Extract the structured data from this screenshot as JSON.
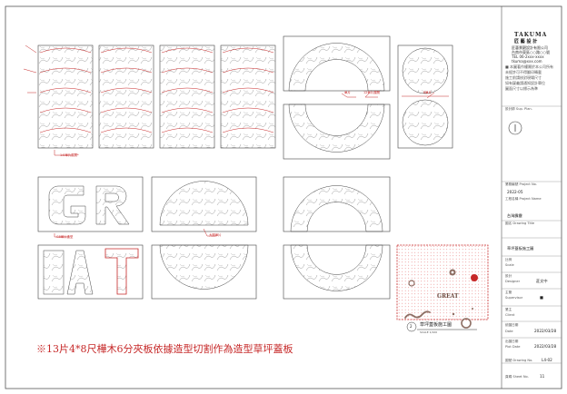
{
  "main_note": "※13片4*8尺樺木6分夾板依據造型切割作為造型草坪蓋板",
  "callouts": {
    "sheet_top_left": "1:8單片展開*",
    "sheet_ring_a": "單片",
    "sheet_ring_b": "12單片展開",
    "sheet_circle": "8單片",
    "sheet_letters_gr": "G8單片造型",
    "sheet_half_circle": "大圓單片"
  },
  "detail": {
    "number": "2",
    "title": "草坪蓋板施工圖",
    "scale": "SCALE 1/100",
    "great_label": "GREAT",
    "colors": {
      "red": "#c62828",
      "dot": "#e57373",
      "brown": "#8d6e63"
    }
  },
  "title_block": {
    "company_en": "TAKUMA",
    "company_cn": "匠  藝  設  計",
    "company_lines": [
      "匠藝景觀設計有限公司",
      "台南市東區○○路○○號",
      "TEL 06-2xxx-xxxx",
      "tkuma@xxx.com"
    ],
    "notes_lines": [
      "■ 本圖著作權屬於本公司所有",
      "未經許可不得翻印轉載",
      "施工前請核對現場尺寸",
      "如有疑義請通知設計單位",
      "圖面尺寸以標示為準"
    ],
    "stamp_label": "設計師 Sup. Plan.",
    "project_no_label": "業務編號 Project No.",
    "project_no_value": "2022-05",
    "project_name_label": "工程名稱 Project Name",
    "project_name_value": "",
    "owner_value": "台灣霹靂",
    "drawing_title_label": "圖名 Drawing Title",
    "drawing_title_value": "草坪蓋板施工圖",
    "scale_label": "比例",
    "scale_sub": "Scale",
    "designer_label": "設計",
    "designer_sub": "Designer",
    "designer_value": "莊文中",
    "supervisor_label": "主管",
    "supervisor_sub": "Supervisor",
    "supervisor_value": "■",
    "client_label": "業主",
    "client_sub": "Client",
    "date_label": "繪圖日期",
    "date_sub": "Date",
    "date_value": "2022/03/28",
    "plot_label": "出圖日期",
    "plot_sub": "Plot Date",
    "plot_value": "2022/03/28",
    "drawing_no_label": "圖號 Drawing No.",
    "drawing_no_value": "L4-02",
    "sheet_no_label": "頁碼 Sheet No.",
    "sheet_no_value": "11"
  }
}
